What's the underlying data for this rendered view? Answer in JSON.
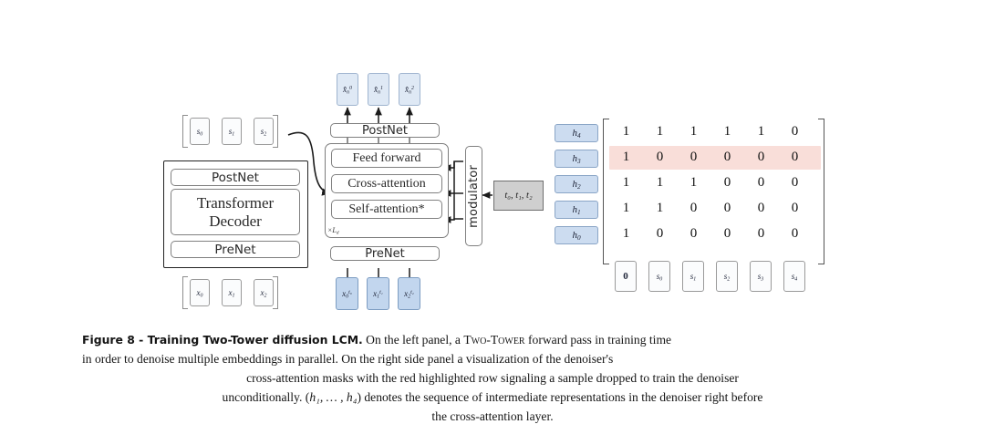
{
  "figure": {
    "caption_lead": "Figure 8  -  Training Two-Tower diffusion LCM.",
    "caption_line1": "On the left panel, a",
    "caption_smallcaps1": "Two-Tower",
    "caption_line1b": "forward pass in training time",
    "caption_line2": "in order to denoise multiple embeddings in parallel. On the right side panel a visualization of the denoiser's",
    "caption_line3": "cross-attention masks with the red highlighted row signaling a sample dropped to train the denoiser",
    "caption_line4a": "unconditionally. (",
    "caption_line4_math": "h₁, … , h₄",
    "caption_line4b": ") denotes the sequence of intermediate representations in the denoiser right before",
    "caption_line5": "the cross-attention layer."
  },
  "left_panel": {
    "context_embeddings": [
      {
        "base": "s",
        "sub": "0"
      },
      {
        "base": "s",
        "sub": "1"
      },
      {
        "base": "s",
        "sub": "2"
      }
    ],
    "input_embeddings": [
      {
        "base": "x",
        "sub": "0"
      },
      {
        "base": "x",
        "sub": "1"
      },
      {
        "base": "x",
        "sub": "2"
      }
    ],
    "tower_blocks": [
      {
        "label": "PostNet",
        "style": "sans"
      },
      {
        "label": "Transformer",
        "label2": "Decoder",
        "style": "serif"
      },
      {
        "label": "PreNet",
        "style": "sans"
      }
    ]
  },
  "right_panel": {
    "outputs": [
      {
        "base": "x̂",
        "sub": "n",
        "sup": "0"
      },
      {
        "base": "x̂",
        "sub": "n",
        "sup": "1"
      },
      {
        "base": "x̂",
        "sub": "n",
        "sup": "2"
      }
    ],
    "postnet_label": "PostNet",
    "prenet_label": "PreNet",
    "decoder_layers": [
      "Feed forward",
      "Cross-attention",
      "Self-attention*"
    ],
    "loop_label": "×L",
    "loop_sub": "d",
    "modulator_label": "modulator",
    "timesteps_label": "t₀, t₁, t₂",
    "noisy_inputs": [
      {
        "base": "x",
        "sub": "0",
        "sup": "t₀"
      },
      {
        "base": "x",
        "sub": "1",
        "sup": "t₁"
      },
      {
        "base": "x",
        "sub": "2",
        "sup": "t₂"
      }
    ]
  },
  "mask_matrix": {
    "row_labels": [
      {
        "base": "h",
        "sub": "4"
      },
      {
        "base": "h",
        "sub": "3"
      },
      {
        "base": "h",
        "sub": "2"
      },
      {
        "base": "h",
        "sub": "1"
      },
      {
        "base": "h",
        "sub": "0"
      }
    ],
    "column_labels": [
      {
        "base": "0",
        "sub": ""
      },
      {
        "base": "s",
        "sub": "0"
      },
      {
        "base": "s",
        "sub": "1"
      },
      {
        "base": "s",
        "sub": "2"
      },
      {
        "base": "s",
        "sub": "3"
      },
      {
        "base": "s",
        "sub": "4"
      }
    ],
    "rows": [
      [
        1,
        1,
        1,
        1,
        1,
        0
      ],
      [
        1,
        0,
        0,
        0,
        0,
        0
      ],
      [
        1,
        1,
        1,
        0,
        0,
        0
      ],
      [
        1,
        1,
        0,
        0,
        0,
        0
      ],
      [
        1,
        0,
        0,
        0,
        0,
        0
      ]
    ],
    "highlighted_row_index": 1,
    "highlight_color": "#f9ded9"
  },
  "colors": {
    "light_blue": "#dfe9f5",
    "mid_blue": "#c2d6ee",
    "label_blue": "#ccdcf0",
    "pale": "#fbfcfd",
    "gray_box": "#cfcfcf",
    "highlight_red": "#f9ded9"
  }
}
